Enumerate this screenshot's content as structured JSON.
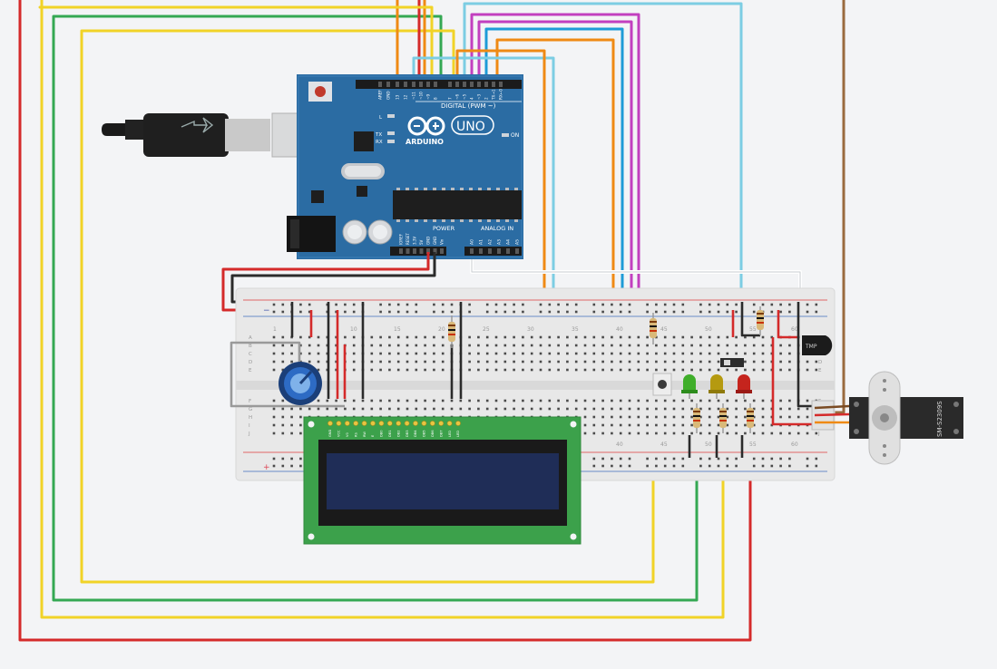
{
  "arduino": {
    "brand": "ARDUINO",
    "model": "UNO",
    "digital_label": "DIGITAL (PWM ~)",
    "analog_label": "ANALOG IN",
    "power_label": "POWER",
    "on_label": "ON",
    "led_labels": [
      "L",
      "TX",
      "RX"
    ],
    "digital_pins": [
      "AREF",
      "GND",
      "13",
      "12",
      "~11",
      "~10",
      "~9",
      "8",
      "7",
      "~6",
      "~5",
      "4",
      "~3",
      "2",
      "TX→1",
      "RX←0"
    ],
    "power_pins": [
      "IOREF",
      "RESET",
      "3.3V",
      "5V",
      "GND",
      "GND",
      "Vin"
    ],
    "analog_pins": [
      "A0",
      "A1",
      "A2",
      "A3",
      "A4",
      "A5"
    ]
  },
  "breadboard": {
    "row_letters_top": [
      "A",
      "B",
      "C",
      "D",
      "E"
    ],
    "row_letters_bottom": [
      "F",
      "G",
      "H",
      "I",
      "J"
    ],
    "column_numbers": [
      "1",
      "10",
      "15",
      "20",
      "25",
      "30",
      "35",
      "40",
      "45",
      "50",
      "55",
      "60"
    ],
    "bottom_numbers": [
      "40",
      "45",
      "50",
      "55",
      "60"
    ],
    "plus": "+",
    "minus": "−"
  },
  "lcd": {
    "pin_labels": [
      "GND",
      "VCC",
      "V0",
      "RS",
      "RW",
      "E",
      "DB0",
      "DB1",
      "DB2",
      "DB3",
      "DB4",
      "DB5",
      "DB6",
      "DB7",
      "LED",
      "LED"
    ]
  },
  "temp_sensor": {
    "label": "TMP"
  },
  "servo": {
    "model": "SM-S2309S"
  },
  "colors": {
    "wire_red": "#d42a2a",
    "wire_black": "#2b2b2b",
    "wire_yellow": "#f1d327",
    "wire_green": "#34a853",
    "wire_brown": "#9a6a3f",
    "wire_orange": "#ef8a14",
    "wire_blue": "#1e9bd7",
    "wire_magenta": "#c23fbf",
    "wire_lightblue": "#7ccde3",
    "wire_white": "#ffffff",
    "arduino_blue": "#2b6ca3",
    "lcd_green": "#3ca14b",
    "lcd_screen": "#1f2d57"
  }
}
